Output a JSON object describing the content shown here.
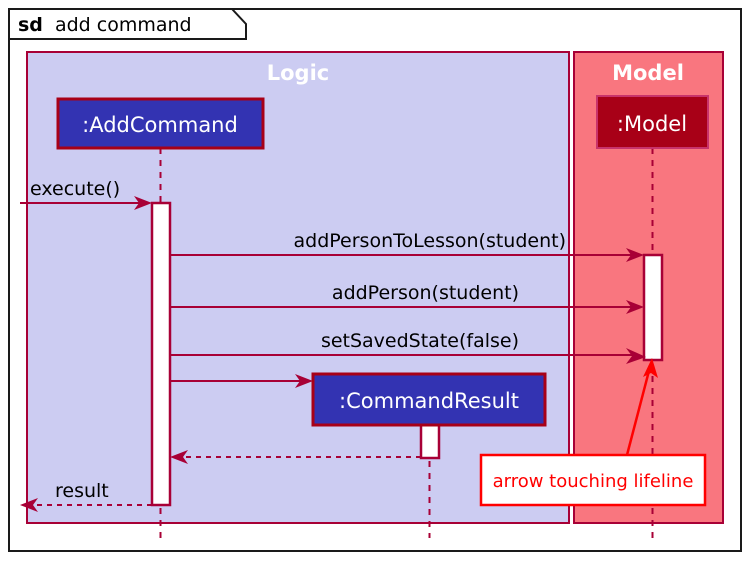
{
  "frame": {
    "kind": "sd",
    "name": "add command"
  },
  "groups": [
    {
      "id": "logic",
      "title": "Logic",
      "fill": "#ccccf2",
      "stroke": "#a80036"
    },
    {
      "id": "model",
      "title": "Model",
      "fill": "#f9767f",
      "stroke": "#a80036"
    }
  ],
  "participants": [
    {
      "id": "addcommand",
      "label": ":AddCommand",
      "group": "logic",
      "fill": "#3333b2",
      "stroke": "#a80017"
    },
    {
      "id": "model",
      "label": ":Model",
      "group": "model",
      "fill": "#a80017",
      "stroke": "#c8336b"
    },
    {
      "id": "commandresult",
      "label": ":CommandResult",
      "group": "logic",
      "fill": "#3333b2",
      "stroke": "#a80017"
    }
  ],
  "messages": [
    {
      "id": "m1",
      "label": "execute()",
      "from": "external",
      "to": "addcommand",
      "style": "solid",
      "direction": "right"
    },
    {
      "id": "m2",
      "label": "addPersonToLesson(student)",
      "from": "addcommand",
      "to": "model",
      "style": "solid",
      "direction": "right"
    },
    {
      "id": "m3",
      "label": "addPerson(student)",
      "from": "addcommand",
      "to": "model",
      "style": "solid",
      "direction": "right"
    },
    {
      "id": "m4",
      "label": "setSavedState(false)",
      "from": "addcommand",
      "to": "model",
      "style": "solid",
      "direction": "right"
    },
    {
      "id": "m5",
      "label": "",
      "from": "addcommand",
      "to": "commandresult",
      "style": "solid",
      "direction": "right"
    },
    {
      "id": "m6",
      "label": "",
      "from": "commandresult",
      "to": "addcommand",
      "style": "dashed",
      "direction": "left"
    },
    {
      "id": "m7",
      "label": "result",
      "from": "addcommand",
      "to": "external",
      "style": "dashed",
      "direction": "left"
    }
  ],
  "annotation": {
    "text": "arrow touching lifeline",
    "color": "#ff0000"
  }
}
